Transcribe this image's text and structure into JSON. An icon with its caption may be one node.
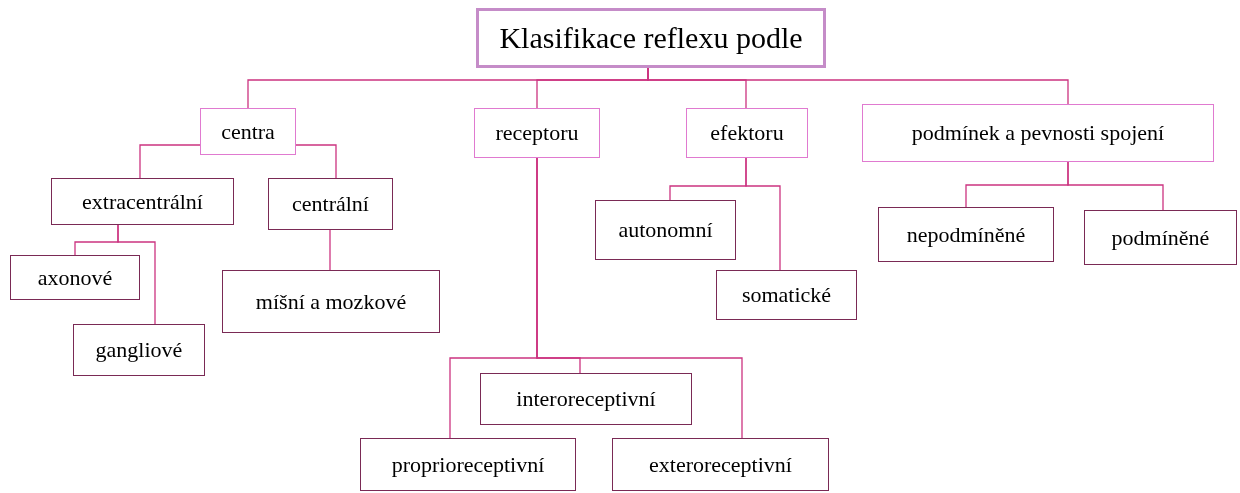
{
  "diagram": {
    "nodes": [
      {
        "text": [
          "Klasifikace reflexu podle"
        ]
      },
      {
        "text": [
          "centra"
        ]
      },
      {
        "text": [
          "receptoru"
        ]
      },
      {
        "text": [
          "efektoru"
        ]
      },
      {
        "text": [
          "podmínek a pevnosti spojení"
        ]
      },
      {
        "text": [
          "extracentrální"
        ]
      },
      {
        "text": [
          "centrální"
        ]
      },
      {
        "text": [
          "axonové"
        ]
      },
      {
        "text": [
          "gangliové"
        ]
      },
      {
        "text": [
          "míšní a mozkové"
        ]
      },
      {
        "text": [
          "autonomní"
        ]
      },
      {
        "text": [
          "somatické"
        ]
      },
      {
        "text": [
          "nepodmíněné"
        ]
      },
      {
        "text": [
          "podmíněné"
        ]
      },
      {
        "text": [
          "interoreceptivní"
        ]
      },
      {
        "text": [
          "proprioreceptivní"
        ]
      },
      {
        "text": [
          "exteroreceptivní"
        ]
      }
    ],
    "edges": [
      {
        "from": 0,
        "to": 1,
        "arrow": "none"
      },
      {
        "from": 0,
        "to": 2,
        "arrow": "none"
      },
      {
        "from": 0,
        "to": 3,
        "arrow": "none"
      },
      {
        "from": 0,
        "to": 4,
        "arrow": "none"
      },
      {
        "from": 1,
        "to": 5,
        "arrow": "none"
      },
      {
        "from": 1,
        "to": 6,
        "arrow": "none"
      },
      {
        "from": 5,
        "to": 7,
        "arrow": "none"
      },
      {
        "from": 5,
        "to": 8,
        "arrow": "none"
      },
      {
        "from": 6,
        "to": 9,
        "arrow": "none"
      },
      {
        "from": 2,
        "to": 14,
        "arrow": "none"
      },
      {
        "from": 2,
        "to": 15,
        "arrow": "none"
      },
      {
        "from": 2,
        "to": 16,
        "arrow": "none"
      },
      {
        "from": 3,
        "to": 10,
        "arrow": "none"
      },
      {
        "from": 3,
        "to": 11,
        "arrow": "none"
      },
      {
        "from": 4,
        "to": 12,
        "arrow": "none"
      },
      {
        "from": 4,
        "to": 13,
        "arrow": "none"
      }
    ]
  }
}
